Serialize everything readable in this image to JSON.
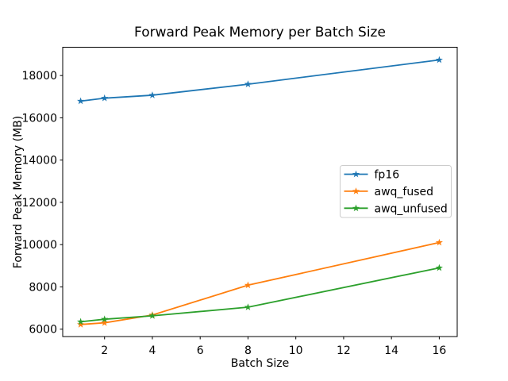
{
  "chart_data": {
    "type": "line",
    "title": "Forward Peak Memory per Batch Size",
    "xlabel": "Batch Size",
    "ylabel": "Forward Peak Memory (MB)",
    "x": [
      1,
      2,
      4,
      8,
      16
    ],
    "series": [
      {
        "name": "fp16",
        "color": "#1f77b4",
        "marker": "star",
        "values": [
          16790,
          16930,
          17070,
          17590,
          18740
        ]
      },
      {
        "name": "awq_fused",
        "color": "#ff7f0e",
        "marker": "star",
        "values": [
          6220,
          6300,
          6670,
          8080,
          10100
        ]
      },
      {
        "name": "awq_unfused",
        "color": "#2ca02c",
        "marker": "star",
        "values": [
          6350,
          6470,
          6630,
          7040,
          8900
        ]
      }
    ],
    "xticks": [
      2,
      4,
      6,
      8,
      10,
      12,
      14,
      16
    ],
    "yticks": [
      6000,
      8000,
      10000,
      12000,
      14000,
      16000,
      18000
    ],
    "xlim": [
      0.25,
      16.75
    ],
    "ylim": [
      5650,
      19340
    ],
    "grid": false,
    "legend": {
      "position": "center-right",
      "entries": [
        "fp16",
        "awq_fused",
        "awq_unfused"
      ]
    },
    "colors": {
      "spine": "#000000",
      "legend_border": "#cccccc",
      "legend_background": "#ffffff",
      "figure_background": "#ffffff"
    }
  }
}
